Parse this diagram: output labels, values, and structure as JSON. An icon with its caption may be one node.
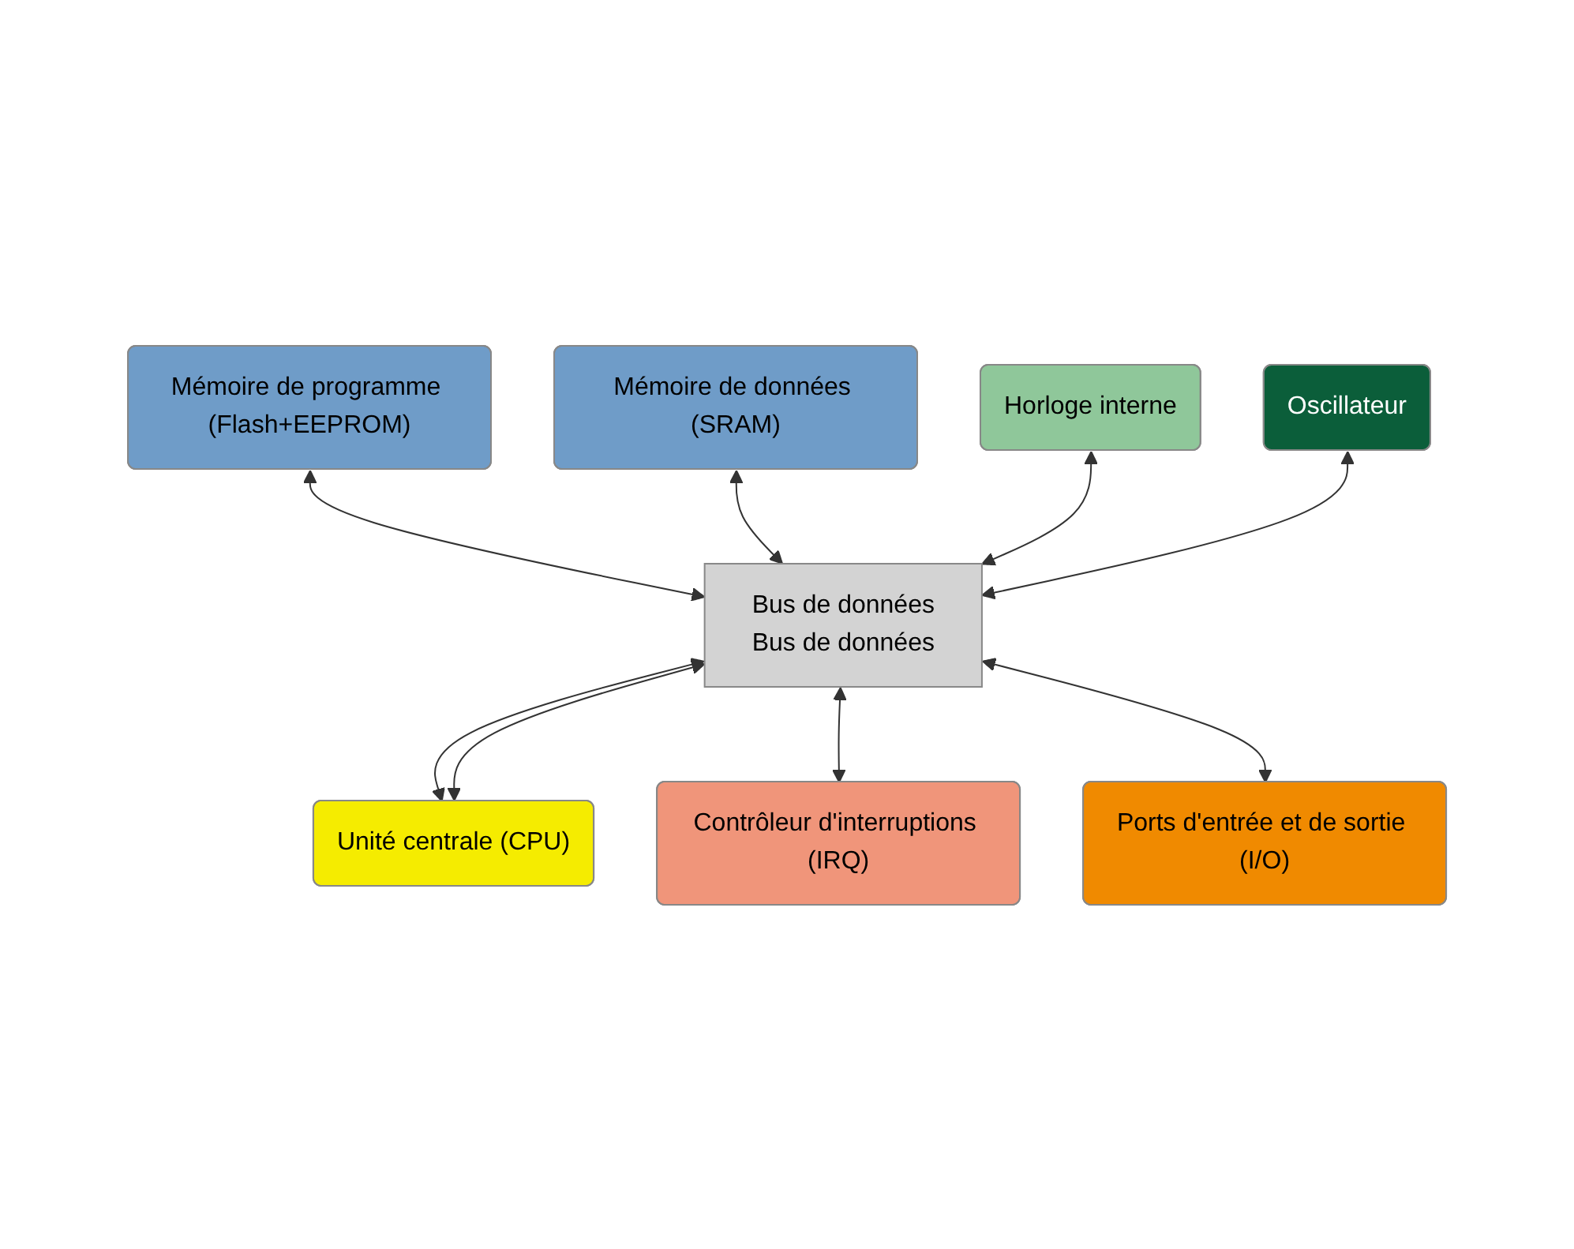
{
  "diagram": {
    "nodes": [
      {
        "text": [
          "Mémoire de programme (Flash+EEPROM)"
        ]
      },
      {
        "text": [
          "Mémoire de données (SRAM)"
        ]
      },
      {
        "text": [
          "Bus de données",
          "Bus de données"
        ]
      },
      {
        "text": [
          "Horloge interne"
        ]
      },
      {
        "text": [
          "Unité centrale (CPU)"
        ]
      },
      {
        "text": [
          "Oscillateur"
        ]
      },
      {
        "text": [
          "Contrôleur d'interruptions (IRQ)"
        ]
      },
      {
        "text": [
          "Ports d'entrée et de sortie (I/O)"
        ]
      }
    ],
    "edges": [
      {
        "from": 0,
        "to": 2,
        "arrow": "both"
      },
      {
        "from": 1,
        "to": 2,
        "arrow": "both"
      },
      {
        "from": 3,
        "to": 2,
        "arrow": "both"
      },
      {
        "from": 2,
        "to": 4,
        "arrow": "both"
      },
      {
        "from": 5,
        "to": 2,
        "arrow": "both"
      },
      {
        "from": 4,
        "to": 2,
        "arrow": "both"
      },
      {
        "from": 2,
        "to": 6,
        "arrow": "both"
      },
      {
        "from": 2,
        "to": 7,
        "arrow": "both"
      }
    ]
  }
}
